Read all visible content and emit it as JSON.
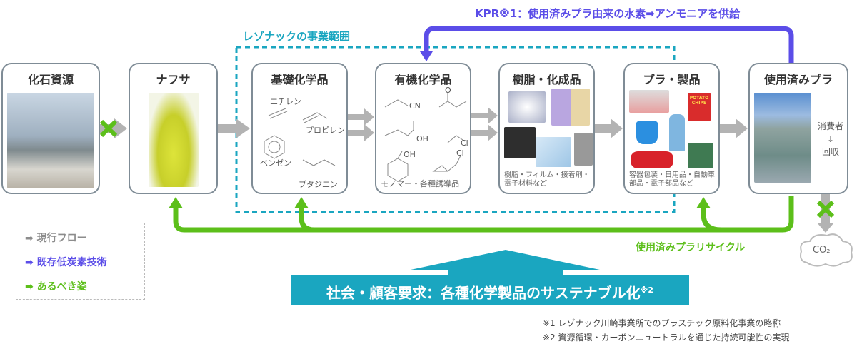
{
  "kpr_label": "KPR※1：使用済みプラ由来の水素➡アンモニアを供給",
  "scope_label": "レゾナックの事業範囲",
  "stages": [
    {
      "title": "化石資源"
    },
    {
      "title": "ナフサ"
    },
    {
      "title": "基礎化学品",
      "items": [
        "エチレン",
        "プロピレン",
        "ベンゼン",
        "ブタジエン"
      ]
    },
    {
      "title": "有機化学品",
      "items": [
        "CN",
        "O",
        "OH",
        "Cl",
        "OH",
        "Cl"
      ],
      "caption": "モノマー・各種誘導品"
    },
    {
      "title": "樹脂・化成品",
      "caption": "樹脂・フィルム・接着剤・電子材料など"
    },
    {
      "title": "プラ・製品",
      "caption": "容器包装・日用品・自動車部品・電子部品など",
      "chips_label": "POTATO CHIPS"
    },
    {
      "title": "使用済みプラ",
      "side": [
        "消費者",
        "↓",
        "回収"
      ]
    }
  ],
  "recycle_label": "使用済みプラリサイクル",
  "co2_label": "CO₂",
  "legend": [
    {
      "label": "現行フロー",
      "color": "#8c8c8c"
    },
    {
      "label": "既存低炭素技術",
      "color": "#5b4de8"
    },
    {
      "label": "あるべき姿",
      "color": "#5cbf1a"
    }
  ],
  "banner": {
    "text": "社会・顧客要求：各種化学製品のサステナブル化",
    "note": "※2"
  },
  "footnotes": [
    "※1 レゾナック川崎事業所でのプラスチック原料化事業の略称",
    "※2 資源循環・カーボンニュートラルを通じた持続可能性の実現"
  ],
  "colors": {
    "gray": "#a6a6a6",
    "blue": "#5b4de8",
    "green": "#5cbf1a",
    "teal": "#1aa6c0"
  }
}
